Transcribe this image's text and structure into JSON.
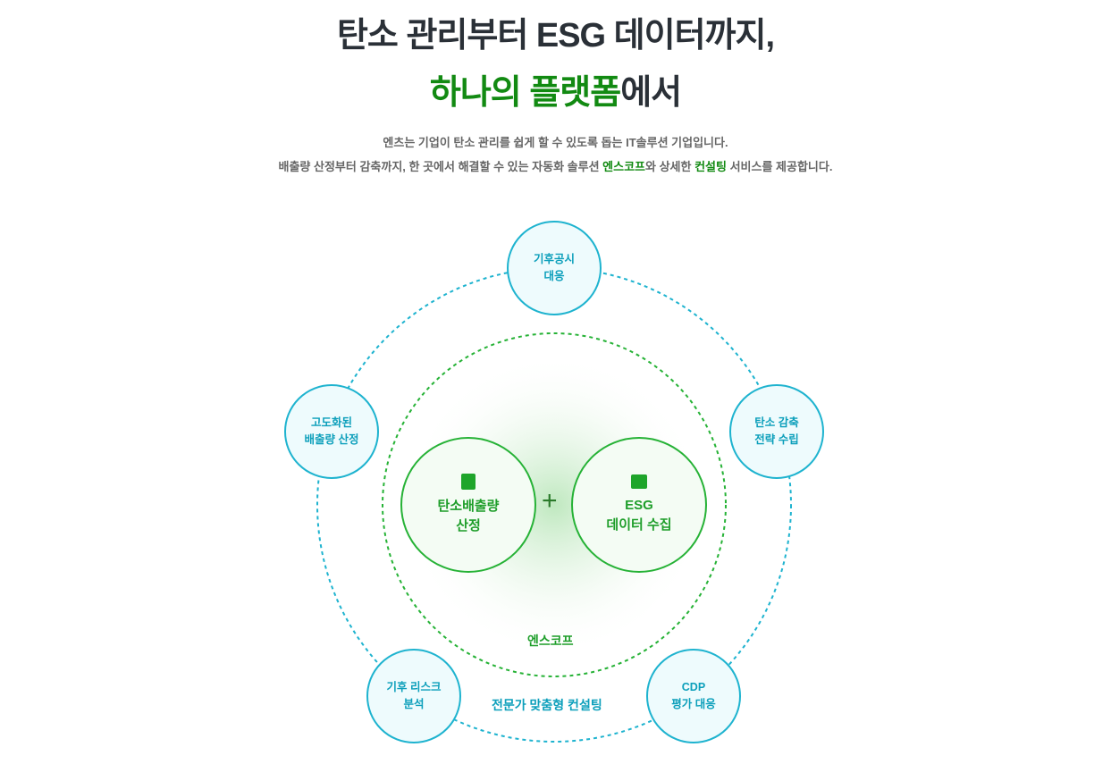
{
  "heading": {
    "line1": "탄소 관리부터 ESG 데이터까지,",
    "line2_highlight": "하나의 플랫폼",
    "line2_rest": "에서"
  },
  "description": {
    "line1": "엔츠는 기업이 탄소 관리를 쉽게 할 수 있도록 돕는 IT솔루션 기업입니다.",
    "line2_a": "배출량 산정부터 감축까지, 한 곳에서 해결할 수 있는 자동화 솔루션 ",
    "line2_b": "엔스코프",
    "line2_c": "와 상세한 ",
    "line2_d": "컨설팅",
    "line2_e": " 서비스를 제공합니다."
  },
  "diagram": {
    "nodes": [
      "기후공시\n대응",
      "고도화된\n배출량 산정",
      "탄소 감축\n전략 수립",
      "기후 리스크\n분석",
      "CDP\n평가 대응"
    ],
    "core": [
      {
        "label": "탄소배출량\n산정",
        "icon": "clipboard-icon"
      },
      {
        "label": "ESG\n데이터 수집",
        "icon": "archive-box-icon"
      }
    ],
    "plus": "+",
    "inner_label": "엔스코프",
    "outer_label": "전문가 맞춤형 컨설팅"
  },
  "colors": {
    "green": "#128a12",
    "cyan": "#1eb3cf",
    "text": "#2a3037"
  }
}
